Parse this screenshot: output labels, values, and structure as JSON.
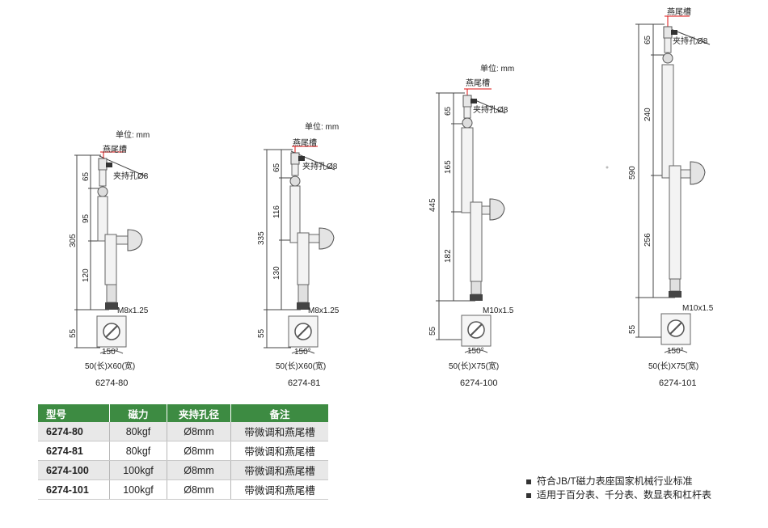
{
  "stands": [
    {
      "model": "6274-80",
      "unit": "单位: mm",
      "dovetail": "燕尾槽",
      "clamp_hole": "夹持孔Ø8",
      "total": "305",
      "seg_top": "65",
      "seg_mid": "95",
      "seg_low": "120",
      "base_height": "55",
      "thread": "M8x1.25",
      "angle": "150°",
      "base_size": "50(长)X60(宽)"
    },
    {
      "model": "6274-81",
      "unit": "单位: mm",
      "dovetail": "燕尾槽",
      "clamp_hole": "夹持孔Ø8",
      "total": "335",
      "seg_top": "65",
      "seg_mid": "116",
      "seg_low": "130",
      "base_height": "55",
      "thread": "M8x1.25",
      "angle": "150°",
      "base_size": "50(长)X60(宽)"
    },
    {
      "model": "6274-100",
      "unit": "单位: mm",
      "dovetail": "燕尾槽",
      "clamp_hole": "夹持孔Ø8",
      "total": "445",
      "seg_top": "65",
      "seg_mid": "165",
      "seg_low": "182",
      "base_height": "55",
      "thread": "M10x1.5",
      "angle": "150°",
      "base_size": "50(长)X75(宽)"
    },
    {
      "model": "6274-101",
      "unit": "",
      "dovetail": "燕尾槽",
      "clamp_hole": "夹持孔Ø8",
      "total": "590",
      "seg_top": "65",
      "seg_mid": "240",
      "seg_low": "256",
      "base_height": "55",
      "thread": "M10x1.5",
      "angle": "150°",
      "base_size": "50(长)X75(宽)"
    }
  ],
  "table": {
    "headers": [
      "型号",
      "磁力",
      "夹持孔径",
      "备注"
    ],
    "rows": [
      [
        "6274-80",
        "80kgf",
        "Ø8mm",
        "带微调和燕尾槽"
      ],
      [
        "6274-81",
        "80kgf",
        "Ø8mm",
        "带微调和燕尾槽"
      ],
      [
        "6274-100",
        "100kgf",
        "Ø8mm",
        "带微调和燕尾槽"
      ],
      [
        "6274-101",
        "100kgf",
        "Ø8mm",
        "带微调和燕尾槽"
      ]
    ]
  },
  "notes": [
    "符合JB/T磁力表座国家机械行业标准",
    "适用于百分表、千分表、数显表和杠杆表"
  ],
  "colors": {
    "header_green": "#3d8b42",
    "row_gray": "#e8e8e8",
    "dovetail_red": "#d11"
  }
}
